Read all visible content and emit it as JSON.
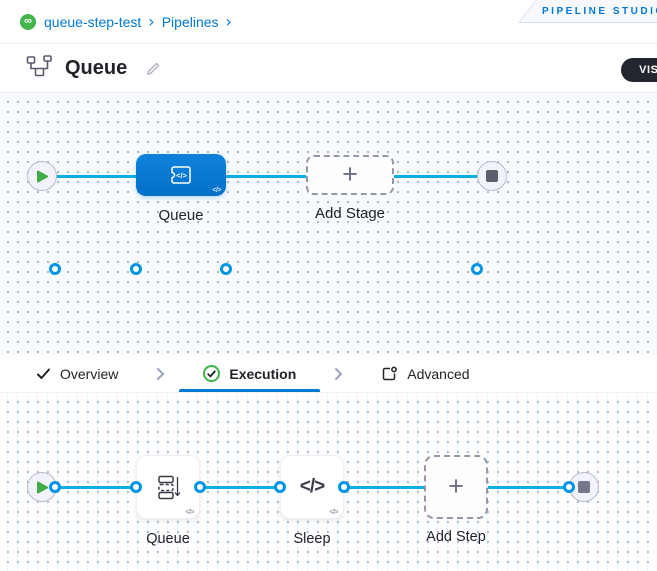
{
  "header": {
    "breadcrumb": {
      "project": "queue-step-test",
      "section": "Pipelines",
      "separator": "›"
    },
    "badge": "PIPELINE STUDIO"
  },
  "title_bar": {
    "title": "Queue",
    "view_toggle": "VISUAL"
  },
  "stage_canvas": {
    "stage_label": "Queue",
    "add_label": "Add Stage"
  },
  "tabs": [
    {
      "label": "Overview",
      "state": "complete"
    },
    {
      "label": "Execution",
      "state": "active"
    },
    {
      "label": "Advanced",
      "state": "default"
    }
  ],
  "execution_canvas": {
    "steps": [
      {
        "label": "Queue"
      },
      {
        "label": "Sleep"
      }
    ],
    "add_label": "Add Step"
  },
  "icons": {
    "plus": "+",
    "code": "</>",
    "infinity": "∞"
  },
  "colors": {
    "accent_blue": "#0278d5",
    "flow_line": "#0bafe6",
    "success_green": "#42ab45",
    "canvas_tint": "#f7fbfe"
  }
}
